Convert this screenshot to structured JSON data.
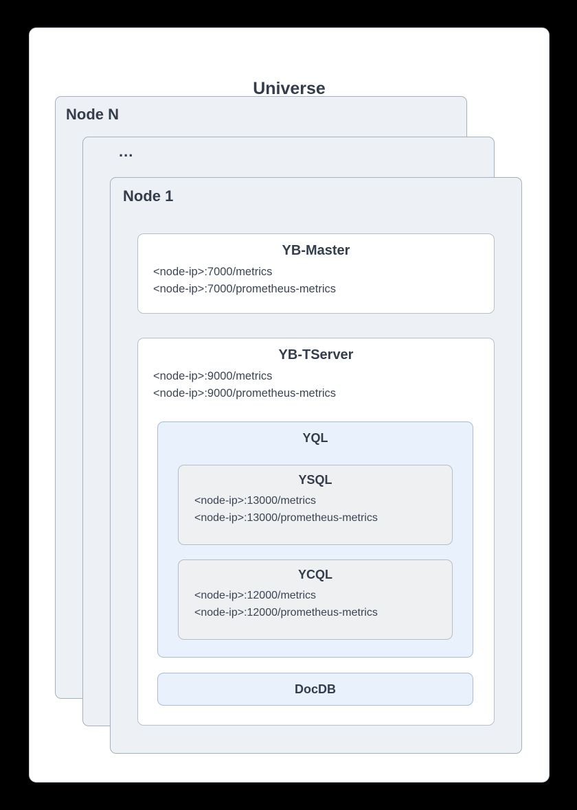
{
  "colors": {
    "canvas_bg": "#000000",
    "universe_fill": "#ffffff",
    "universe_border": "#c2cad3",
    "node_fill": "#edf0f4",
    "node_border": "#a5b0bd",
    "service_fill": "#ffffff",
    "service_border": "#b7c0ca",
    "api_fill": "#e8f1fc",
    "api_border": "#a9bdd2",
    "sql_fill": "#eef0f2",
    "sql_border": "#b4bcc4",
    "title_text": "#333d4b",
    "body_text": "#3b4453"
  },
  "universe": {
    "title": "Universe"
  },
  "nodes": {
    "node_n_label": "Node N",
    "ellipsis": "...",
    "node_1_label": "Node 1"
  },
  "yb_master": {
    "title": "YB-Master",
    "lines": [
      "<node-ip>:7000/metrics",
      "<node-ip>:7000/prometheus-metrics"
    ]
  },
  "yb_tserver": {
    "title": "YB-TServer",
    "lines": [
      "<node-ip>:9000/metrics",
      "<node-ip>:9000/prometheus-metrics"
    ]
  },
  "yql": {
    "title": "YQL"
  },
  "ysql": {
    "title": "YSQL",
    "lines": [
      "<node-ip>:13000/metrics",
      "<node-ip>:13000/prometheus-metrics"
    ]
  },
  "ycql": {
    "title": "YCQL",
    "lines": [
      "<node-ip>:12000/metrics",
      "<node-ip>:12000/prometheus-metrics"
    ]
  },
  "docdb": {
    "title": "DocDB"
  }
}
